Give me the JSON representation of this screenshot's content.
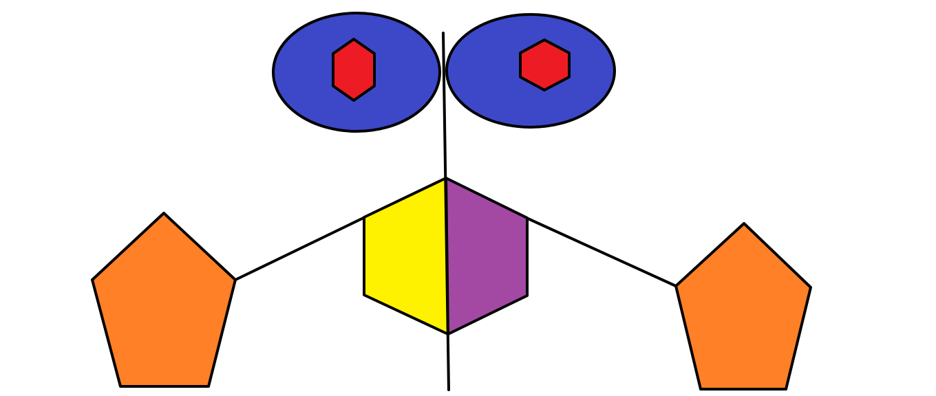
{
  "colors": {
    "background": "#ffffff",
    "stroke": "#000000",
    "ellipse_fill": "#3d48c8",
    "small_hexagon_fill": "#ed1c24",
    "hexagon_left_fill": "#fff200",
    "hexagon_right_fill": "#a349a4",
    "pentagon_fill": "#ff8027"
  },
  "shapes": [
    {
      "name": "left-ellipse",
      "kind": "ellipse",
      "fill": "ellipse_fill"
    },
    {
      "name": "right-ellipse",
      "kind": "ellipse",
      "fill": "ellipse_fill"
    },
    {
      "name": "left-small-hexagon",
      "kind": "hexagon",
      "fill": "small_hexagon_fill"
    },
    {
      "name": "right-small-hexagon",
      "kind": "hexagon",
      "fill": "small_hexagon_fill"
    },
    {
      "name": "center-hexagon-left-half",
      "kind": "half-hexagon",
      "fill": "hexagon_left_fill"
    },
    {
      "name": "center-hexagon-right-half",
      "kind": "half-hexagon",
      "fill": "hexagon_right_fill"
    },
    {
      "name": "left-pentagon",
      "kind": "pentagon",
      "fill": "pentagon_fill"
    },
    {
      "name": "right-pentagon",
      "kind": "pentagon",
      "fill": "pentagon_fill"
    }
  ]
}
